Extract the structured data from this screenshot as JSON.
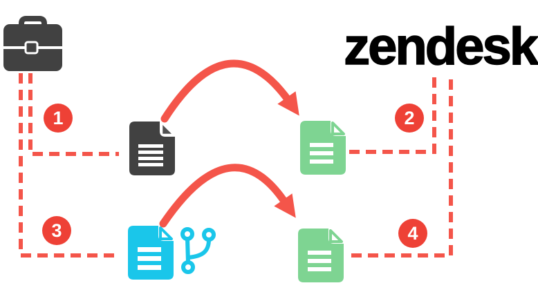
{
  "title": {
    "text": "zendesk"
  },
  "badges": [
    {
      "label": "1"
    },
    {
      "label": "2"
    },
    {
      "label": "3"
    },
    {
      "label": "4"
    }
  ],
  "icons": [
    "briefcase-icon",
    "source-document-icon",
    "translated-document-top-icon",
    "git-document-icon",
    "git-branch-icon",
    "translated-document-bottom-icon",
    "curved-arrow-top",
    "curved-arrow-bottom"
  ],
  "flow": [
    {
      "step": "1",
      "from": "briefcase",
      "to": "source-document"
    },
    {
      "step": "2",
      "from": "translated-document-top",
      "to": "zendesk"
    },
    {
      "step": "3",
      "from": "briefcase",
      "to": "git-document"
    },
    {
      "step": "4",
      "from": "translated-document-bottom",
      "to": "zendesk"
    }
  ],
  "colors": {
    "background": "#ffffff",
    "line_red": "#f4554a",
    "badge_red": "#ee4136",
    "badge_text": "#ffffff",
    "icon_gray": "#414141",
    "doc_green": "#7ed492",
    "doc_cyan": "#1ac6ea",
    "title_black": "#000000"
  }
}
